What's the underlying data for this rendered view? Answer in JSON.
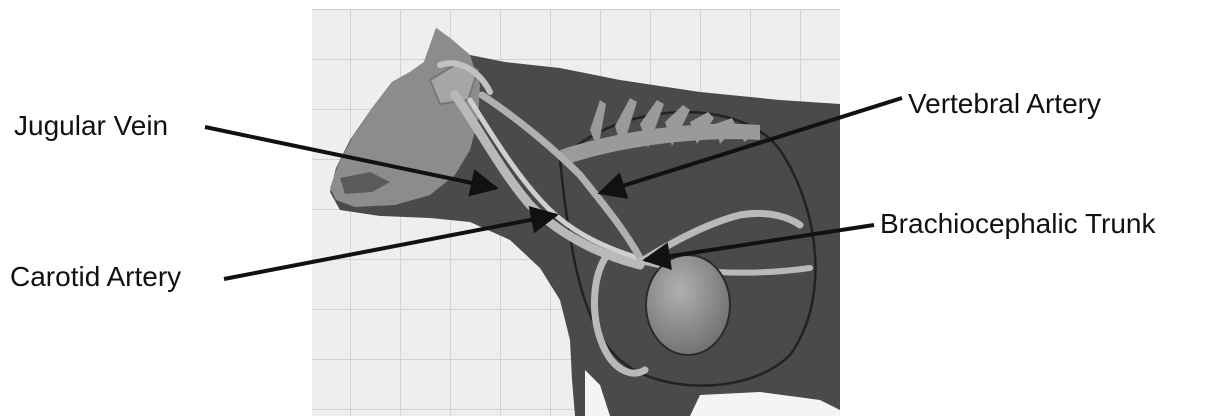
{
  "labels": {
    "jugular_vein": "Jugular Vein",
    "carotid_artery": "Carotid Artery",
    "vertebral_artery": "Vertebral Artery",
    "brachiocephalic_trunk": "Brachiocephalic Trunk"
  },
  "colors": {
    "grid_background": "#eeeeee",
    "grid_line": "#d2d2d2",
    "body_dark": "#4a4a4a",
    "head_light": "#8c8c8c",
    "vessel": "#b9b9b9",
    "heart": "#8a8a8a",
    "arrow": "#111111"
  }
}
